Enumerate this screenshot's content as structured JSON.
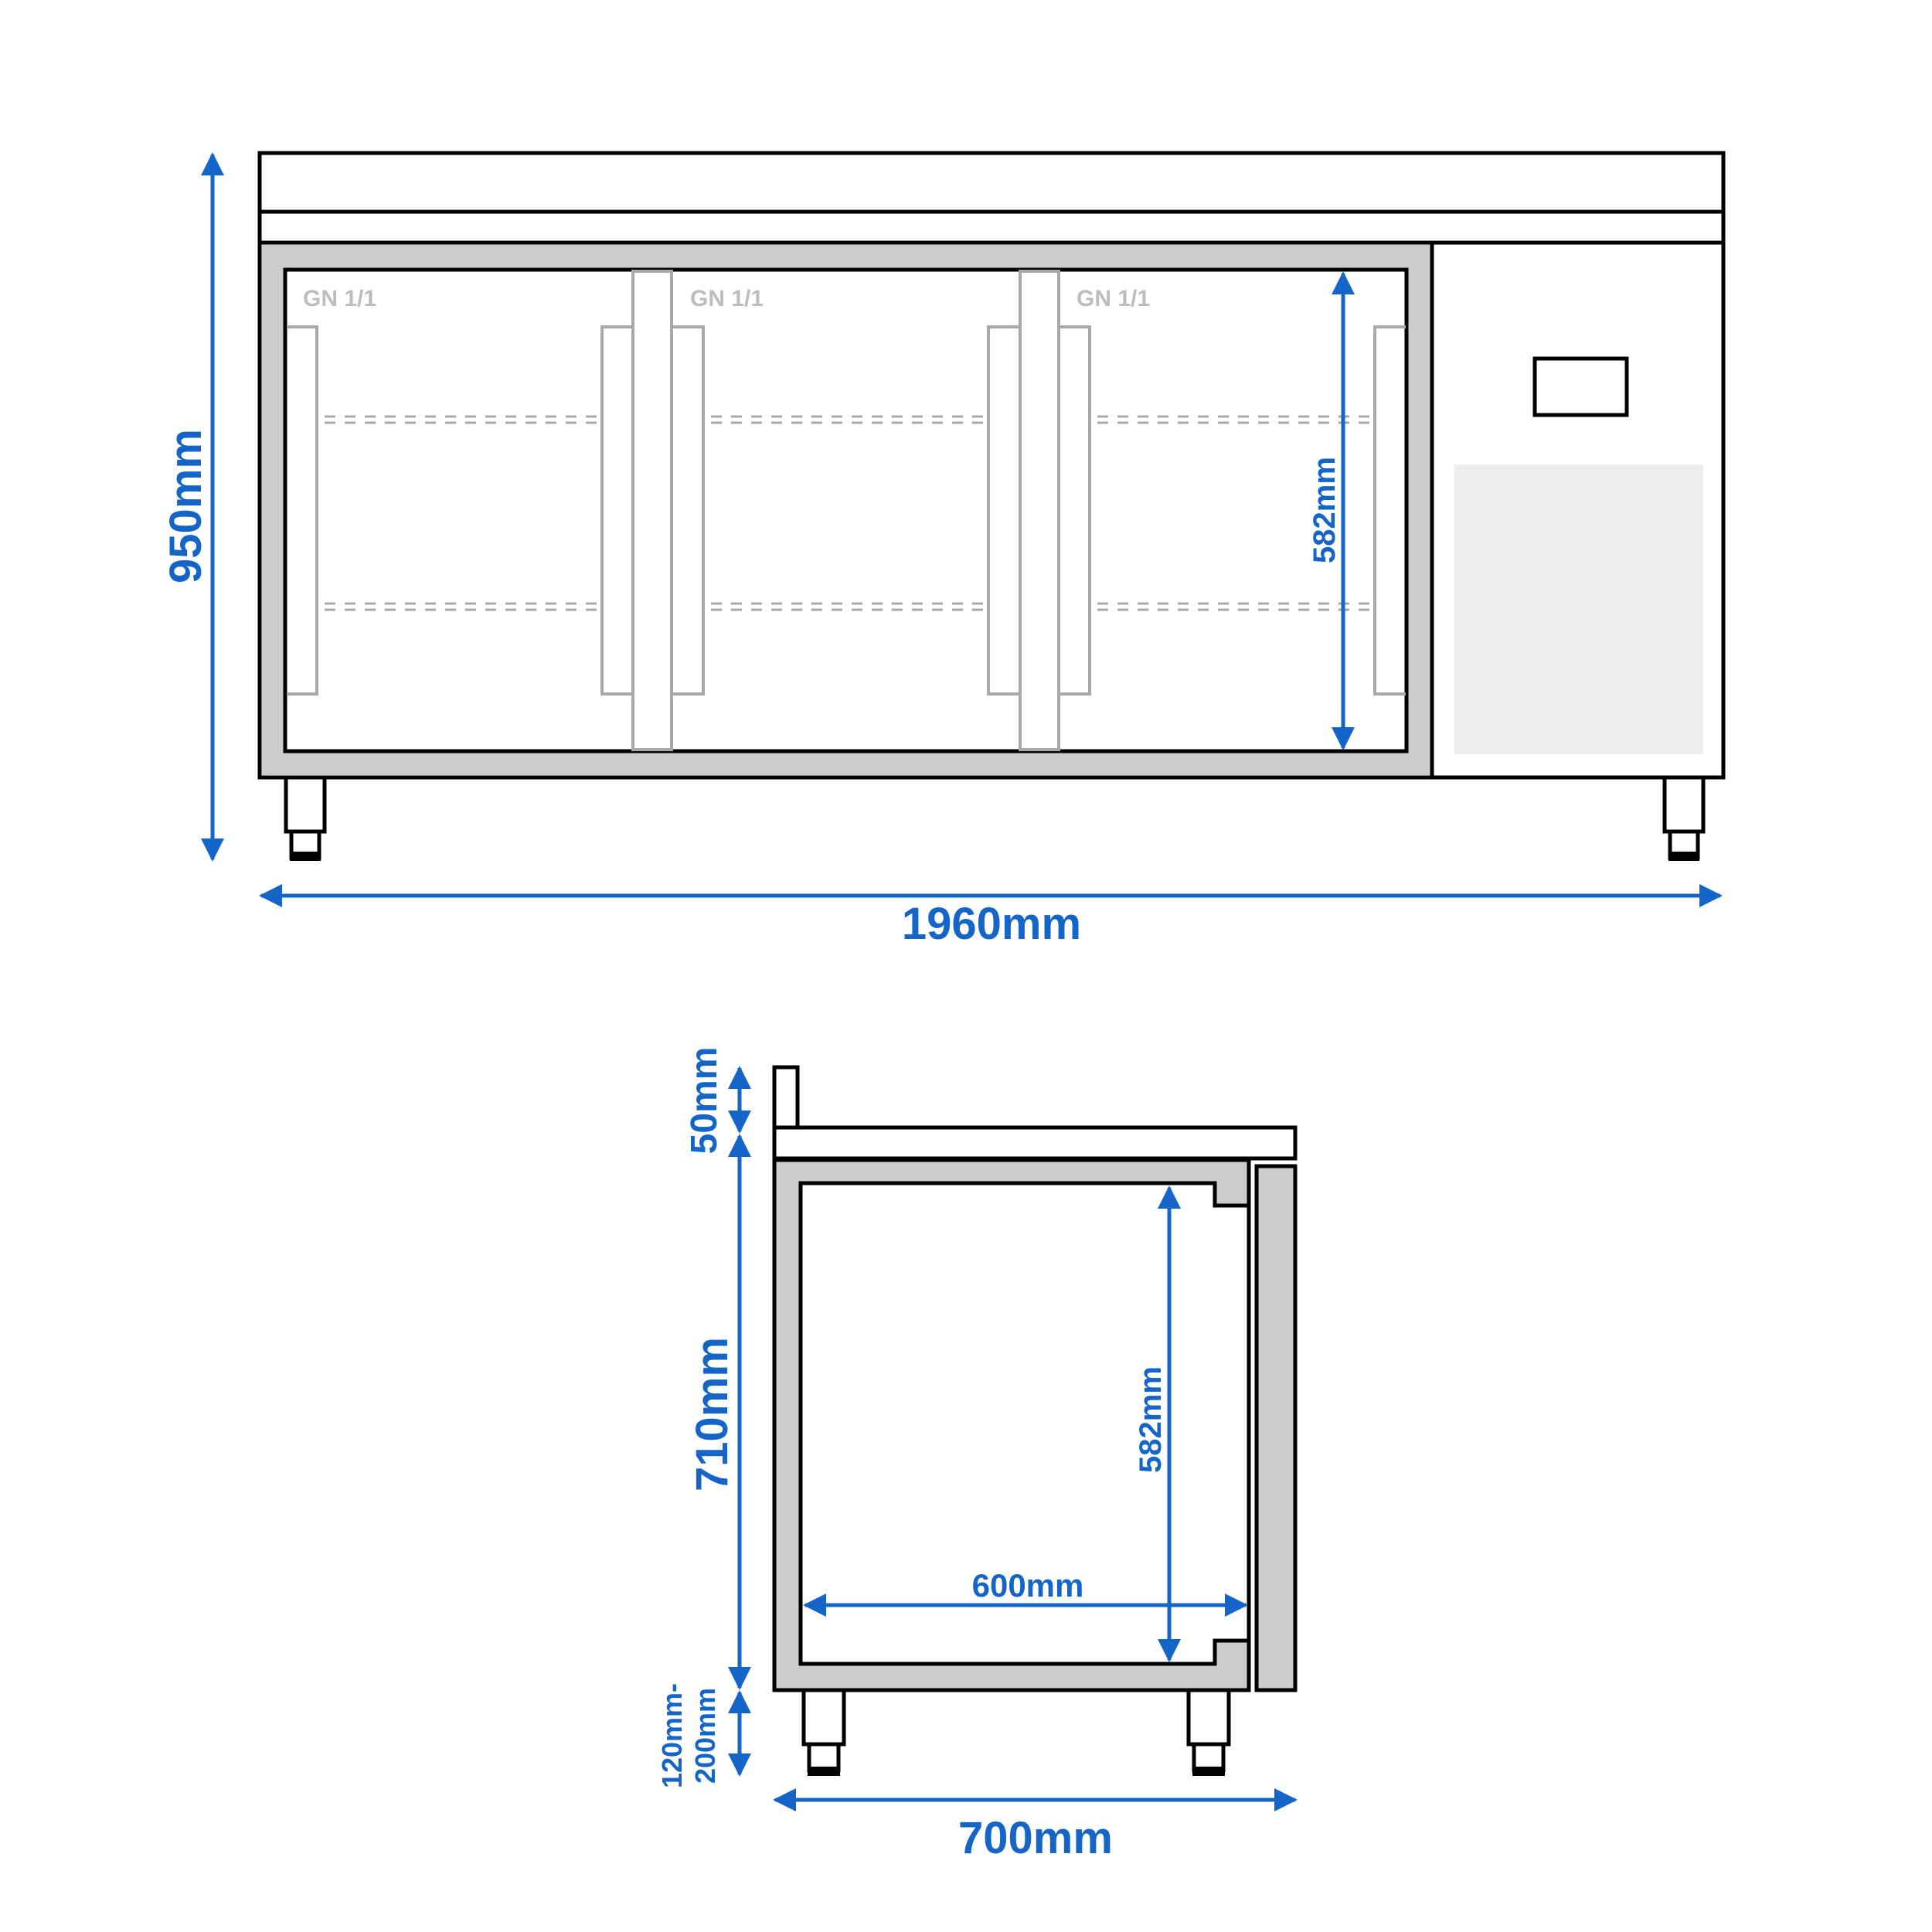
{
  "colors": {
    "dimension": "#1565C8",
    "outline": "#000000",
    "insulation": "#CCCCCC",
    "compartment_panel": "#EEEEEE",
    "gn_label": "#BDBDBD",
    "shelf": "#A8A8A8"
  },
  "front_view": {
    "compartments": [
      {
        "label": "GN 1/1"
      },
      {
        "label": "GN 1/1"
      },
      {
        "label": "GN 1/1"
      }
    ],
    "shelves_per_compartment": 2,
    "dimensions": {
      "height": "950mm",
      "width": "1960mm",
      "inner_height": "582mm"
    }
  },
  "side_view": {
    "dimensions": {
      "backsplash": "50mm",
      "body_height": "710mm",
      "leg_height_line1": "120mm-",
      "leg_height_line2": "200mm",
      "depth": "700mm",
      "inner_depth": "600mm",
      "inner_height": "582mm"
    }
  }
}
